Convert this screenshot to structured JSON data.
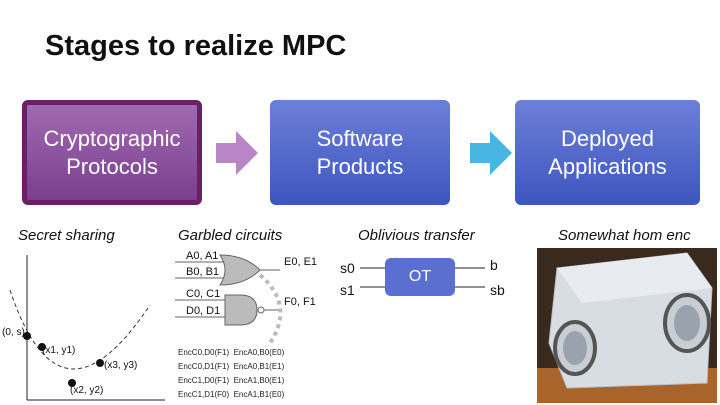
{
  "title": "Stages to realize MPC",
  "stages": [
    {
      "label": "Cryptographic\nProtocols"
    },
    {
      "label": "Software\nProducts"
    },
    {
      "label": "Deployed\nApplications"
    }
  ],
  "captions": {
    "secret_sharing": "Secret sharing",
    "garbled_circuits": "Garbled circuits",
    "oblivious_transfer": "Oblivious transfer",
    "somewhat_hom_enc": "Somewhat hom enc"
  },
  "ot": {
    "label": "OT",
    "s0": "s0",
    "s1": "s1",
    "b": "b",
    "sb": "sb"
  },
  "secret_plot": {
    "p0": "(0, s)",
    "p1": "(x1, y1)",
    "p2": "(x2, y2)",
    "p3": "(x3, y3)"
  },
  "garbled": {
    "inputs": [
      "A0, A1",
      "B0, B1",
      "C0, C1",
      "D0, D1"
    ],
    "outputs": [
      "E0, E1",
      "F0, F1"
    ],
    "table": [
      [
        "EncC0,D0(F1)",
        "EncA0,B0(E0)"
      ],
      [
        "EncC0,D1(F1)",
        "EncA0,B1(E1)"
      ],
      [
        "EncC1,D0(F1)",
        "EncA1,B0(E1)"
      ],
      [
        "EncC1,D1(F0)",
        "EncA1,B1(E0)"
      ]
    ]
  }
}
